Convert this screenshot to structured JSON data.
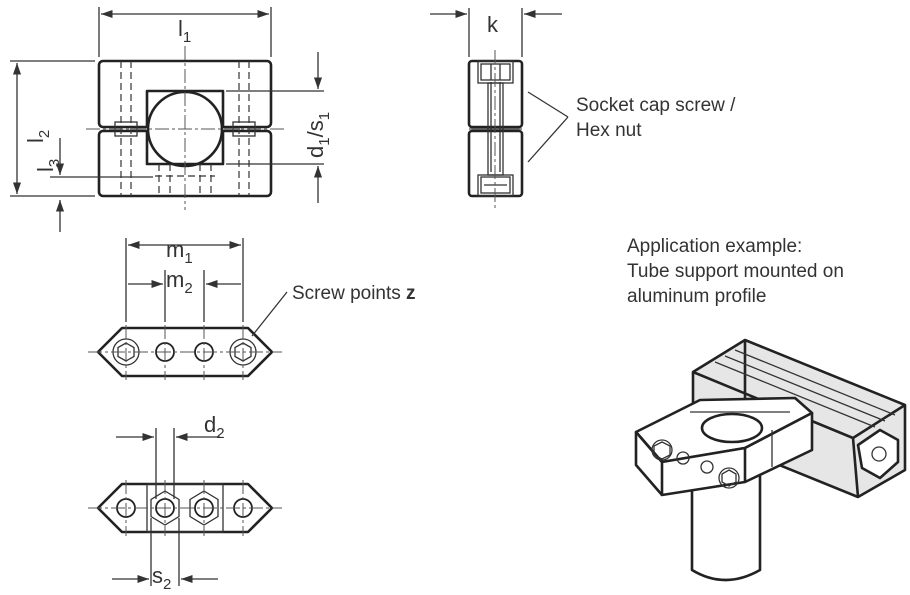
{
  "labels": {
    "l1": {
      "main": "l",
      "sub": "1"
    },
    "k": {
      "main": "k"
    },
    "l2": {
      "main": "l",
      "sub": "2"
    },
    "l3": {
      "main": "l",
      "sub": "3"
    },
    "d1s1": {
      "main": "d",
      "sub1": "1",
      "sep": "/s",
      "sub2": "1"
    },
    "m1": {
      "main": "m",
      "sub": "1"
    },
    "m2": {
      "main": "m",
      "sub": "2"
    },
    "d2": {
      "main": "d",
      "sub": "2"
    },
    "s2": {
      "main": "s",
      "sub": "2"
    }
  },
  "callouts": {
    "socket_line1": "Socket cap screw /",
    "socket_line2": "Hex nut",
    "screw_points_text": "Screw points ",
    "screw_points_var": "z",
    "application_line1": "Application example:",
    "application_line2": "Tube support mounted on",
    "application_line3": "aluminum profile"
  },
  "colors": {
    "line": "#222222",
    "text": "#333333",
    "background": "#ffffff"
  }
}
